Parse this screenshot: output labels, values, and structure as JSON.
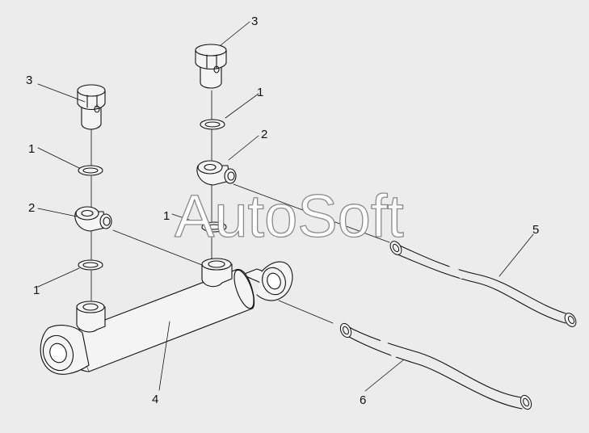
{
  "background": "#ececec",
  "line_color": "#111111",
  "part_fill": "#f4f4f4",
  "watermark": "AutoSoft",
  "callouts": {
    "c1": "3",
    "c2": "3",
    "c3": "1",
    "c4": "1",
    "c5": "1",
    "c6": "1",
    "c7": "2",
    "c8": "2",
    "c9": "4",
    "c10": "5",
    "c11": "6"
  }
}
